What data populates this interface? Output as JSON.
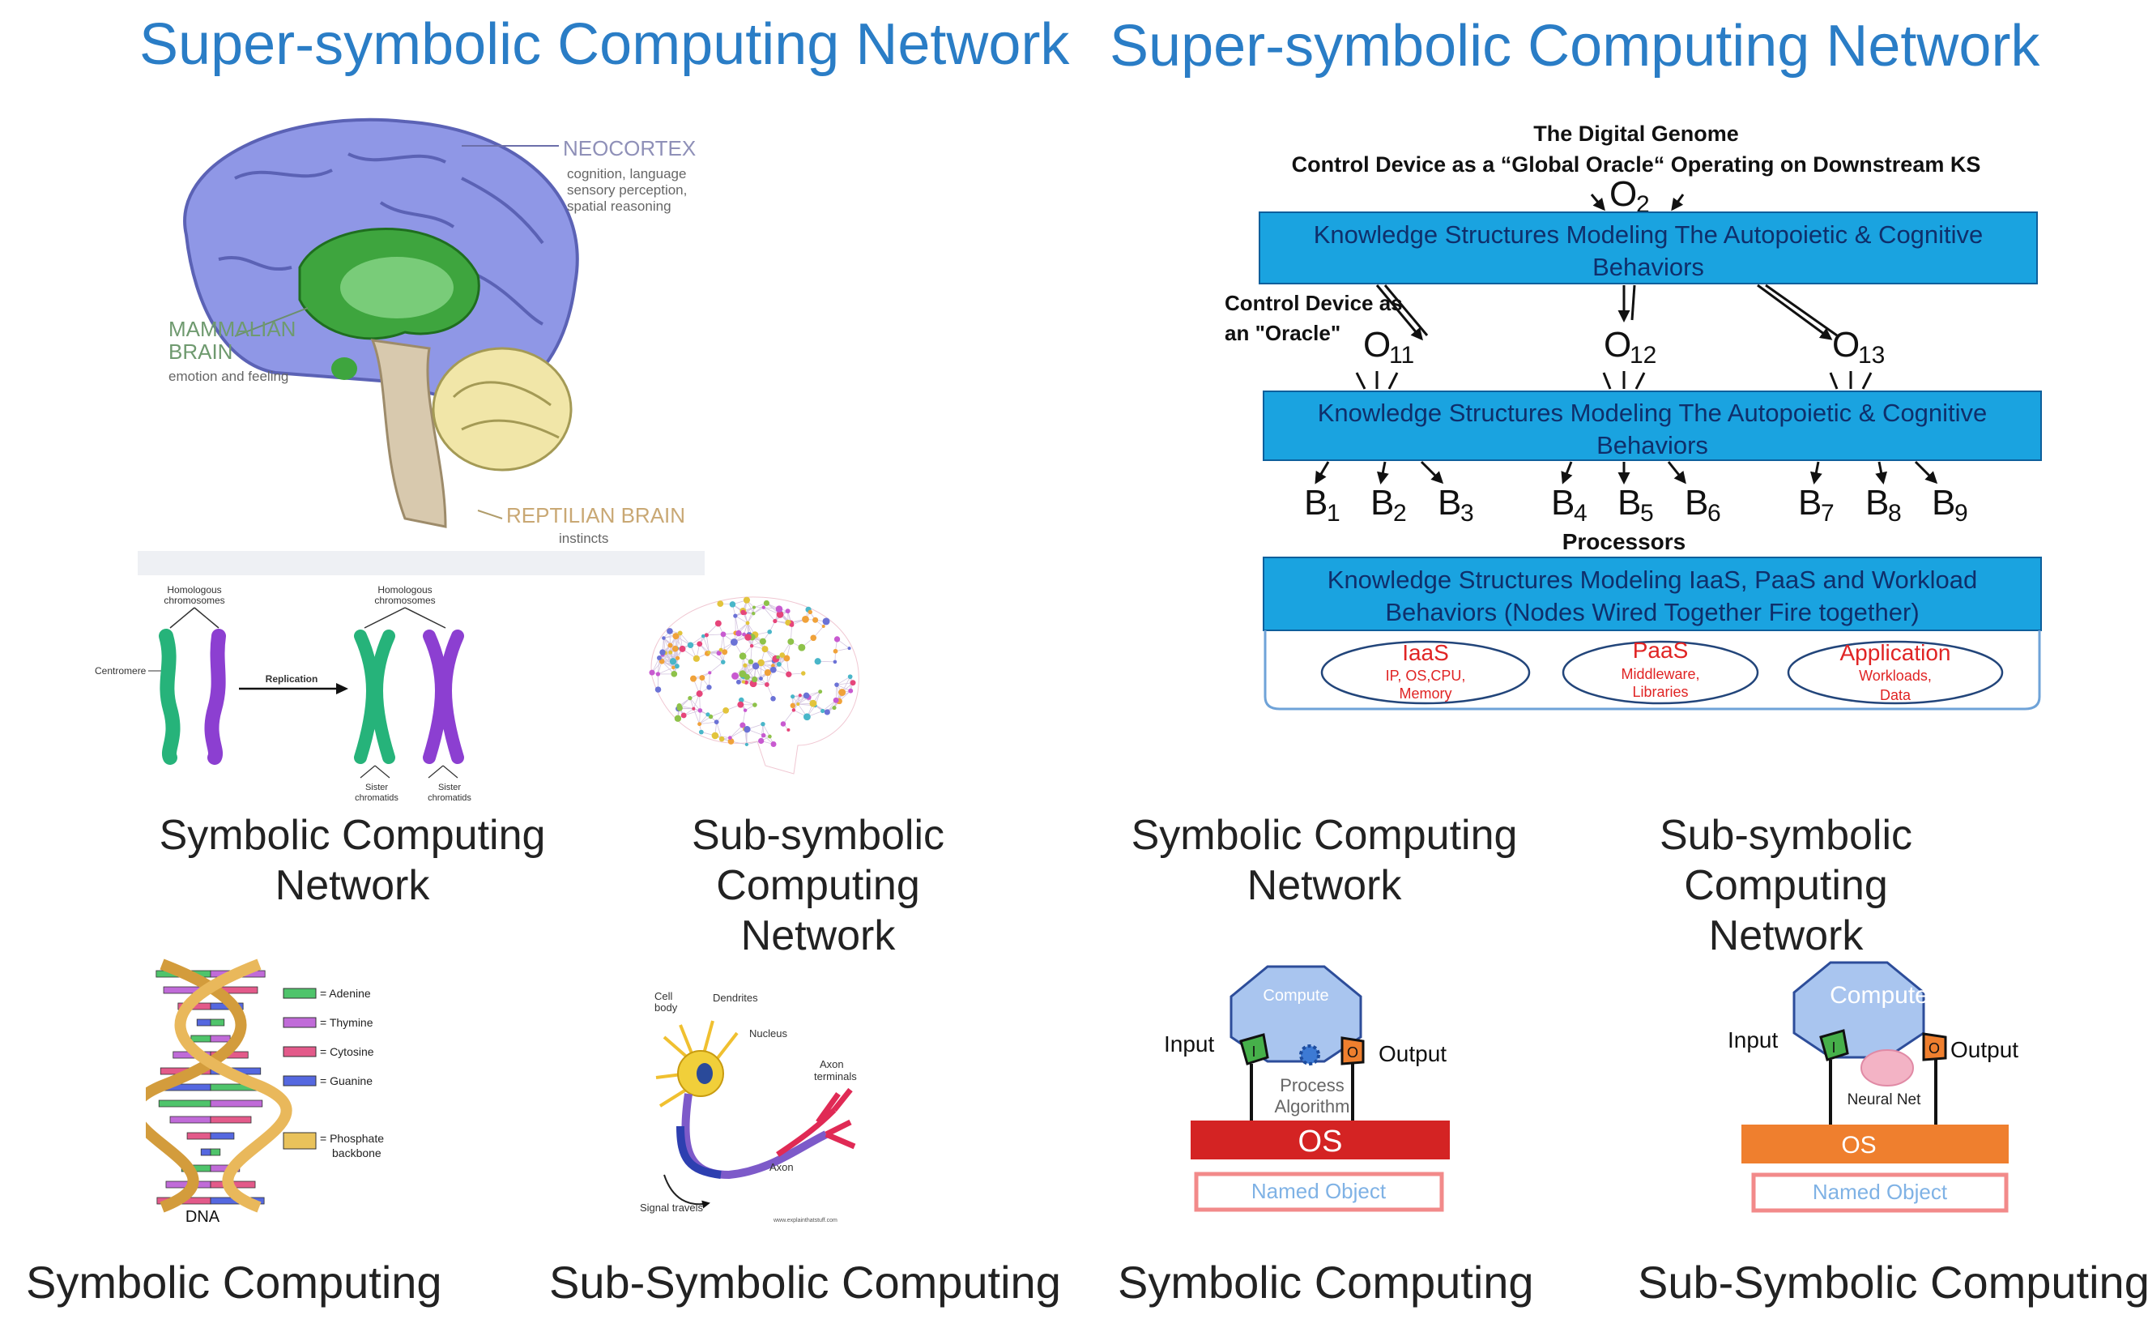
{
  "titles": {
    "left": "Super-symbolic Computing Network",
    "right": "Super-symbolic Computing Network"
  },
  "brain": {
    "neocortex": "NEOCORTEX",
    "neocortex_desc": [
      "cognition, language",
      "sensory perception,",
      "spatial reasoning"
    ],
    "mammalian": [
      "MAMMALIAN",
      "BRAIN"
    ],
    "mammalian_desc": "emotion and feeling",
    "reptilian": "REPTILIAN BRAIN",
    "reptilian_desc": "instincts"
  },
  "chromosome": {
    "homologous_left": [
      "Homologous",
      "chromosomes"
    ],
    "homologous_right": [
      "Homologous",
      "chromosomes"
    ],
    "centromere": "Centromere",
    "replication": "Replication",
    "sister_left": [
      "Sister",
      "chromatids"
    ],
    "sister_right": [
      "Sister",
      "chromatids"
    ]
  },
  "captions_mid": {
    "symbolic_left": [
      "Symbolic Computing",
      "Network"
    ],
    "subsymbolic_left": [
      "Sub-symbolic Computing",
      "Network"
    ],
    "symbolic_right": [
      "Symbolic Computing",
      "Network"
    ],
    "subsymbolic_right": [
      "Sub-symbolic Computing",
      "Network"
    ]
  },
  "captions_bottom": {
    "c1": "Symbolic Computing",
    "c2": "Sub-Symbolic Computing",
    "c3": "Symbolic Computing",
    "c4": "Sub-Symbolic Computing"
  },
  "genome": {
    "header1": "The Digital Genome",
    "header2": "Control Device as a “Global Oracle“ Operating on Downstream KS",
    "o2": "O",
    "o2_sub": "2",
    "box1": [
      "Knowledge Structures Modeling The Autopoietic & Cognitive",
      "Behaviors"
    ],
    "oracle_label": [
      "Control Device as",
      "an \"Oracle\""
    ],
    "o11_sub": "11",
    "o12_sub": "12",
    "o13_sub": "13",
    "box2": [
      "Knowledge Structures Modeling The Autopoietic & Cognitive",
      "Behaviors"
    ],
    "b_subs": [
      "1",
      "2",
      "3",
      "4",
      "5",
      "6",
      "7",
      "8",
      "9"
    ],
    "processors": "Processors",
    "box3": [
      "Knowledge Structures Modeling IaaS, PaaS and Workload",
      "Behaviors (Nodes Wired Together Fire together)"
    ],
    "iaas": "IaaS",
    "iaas_desc": [
      "IP, OS,CPU,",
      "Memory"
    ],
    "paas": "PaaS",
    "paas_desc": [
      "Middleware,",
      "Libraries"
    ],
    "app": "Application",
    "app_desc": [
      "Workloads,",
      "Data"
    ]
  },
  "dna": {
    "adenine": "= Adenine",
    "thymine": "= Thymine",
    "cytosine": "= Cytosine",
    "guanine": "= Guanine",
    "phosphate": [
      "= Phosphate",
      "backbone"
    ],
    "label": "DNA"
  },
  "neuron": {
    "cell_body": [
      "Cell",
      "body"
    ],
    "dendrites": "Dendrites",
    "nucleus": "Nucleus",
    "axon_terminals": [
      "Axon",
      "terminals"
    ],
    "axon": "Axon",
    "signal": "Signal travels",
    "credit": "www.explainthatstuff.com"
  },
  "sym_node": {
    "compute": "Compute",
    "input": "Input",
    "output": "Output",
    "i": "I",
    "o": "O",
    "process": [
      "Process",
      "Algorithm"
    ],
    "os": "OS",
    "named": "Named Object"
  },
  "sub_node": {
    "compute": "Compute",
    "input": "Input",
    "output": "Output",
    "i": "I",
    "o": "O",
    "neural": "Neural Net",
    "os": "OS",
    "named": "Named Object"
  },
  "colors": {
    "title_blue": "#2a7dc6",
    "box_blue": "#1aa3e0",
    "red": "#d42323",
    "orange": "#ef7f2e",
    "green": "#46b04a"
  }
}
